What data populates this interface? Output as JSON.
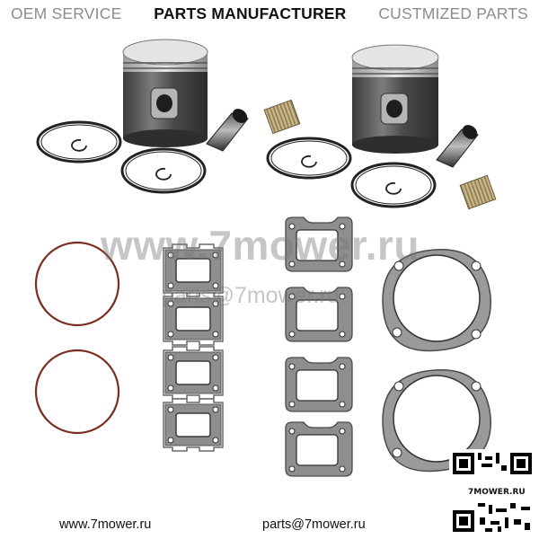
{
  "banner": {
    "oem": "OEM SERVICE",
    "manufacturer": "PARTS MANUFACTURER",
    "customized": "CUSTMIZED PARTS"
  },
  "watermark": {
    "site": "www.7mower.ru",
    "email": "parts@7mower.ru"
  },
  "footer": {
    "url": "www.7mower.ru",
    "email": "parts@7mower.ru"
  },
  "qr": {
    "caption": "7MOWER.RU"
  },
  "colors": {
    "banner_grey": "#8c8c8c",
    "banner_dark": "#111111",
    "gasket": "#8e8e8e",
    "o_ring": "#7a2e22"
  }
}
